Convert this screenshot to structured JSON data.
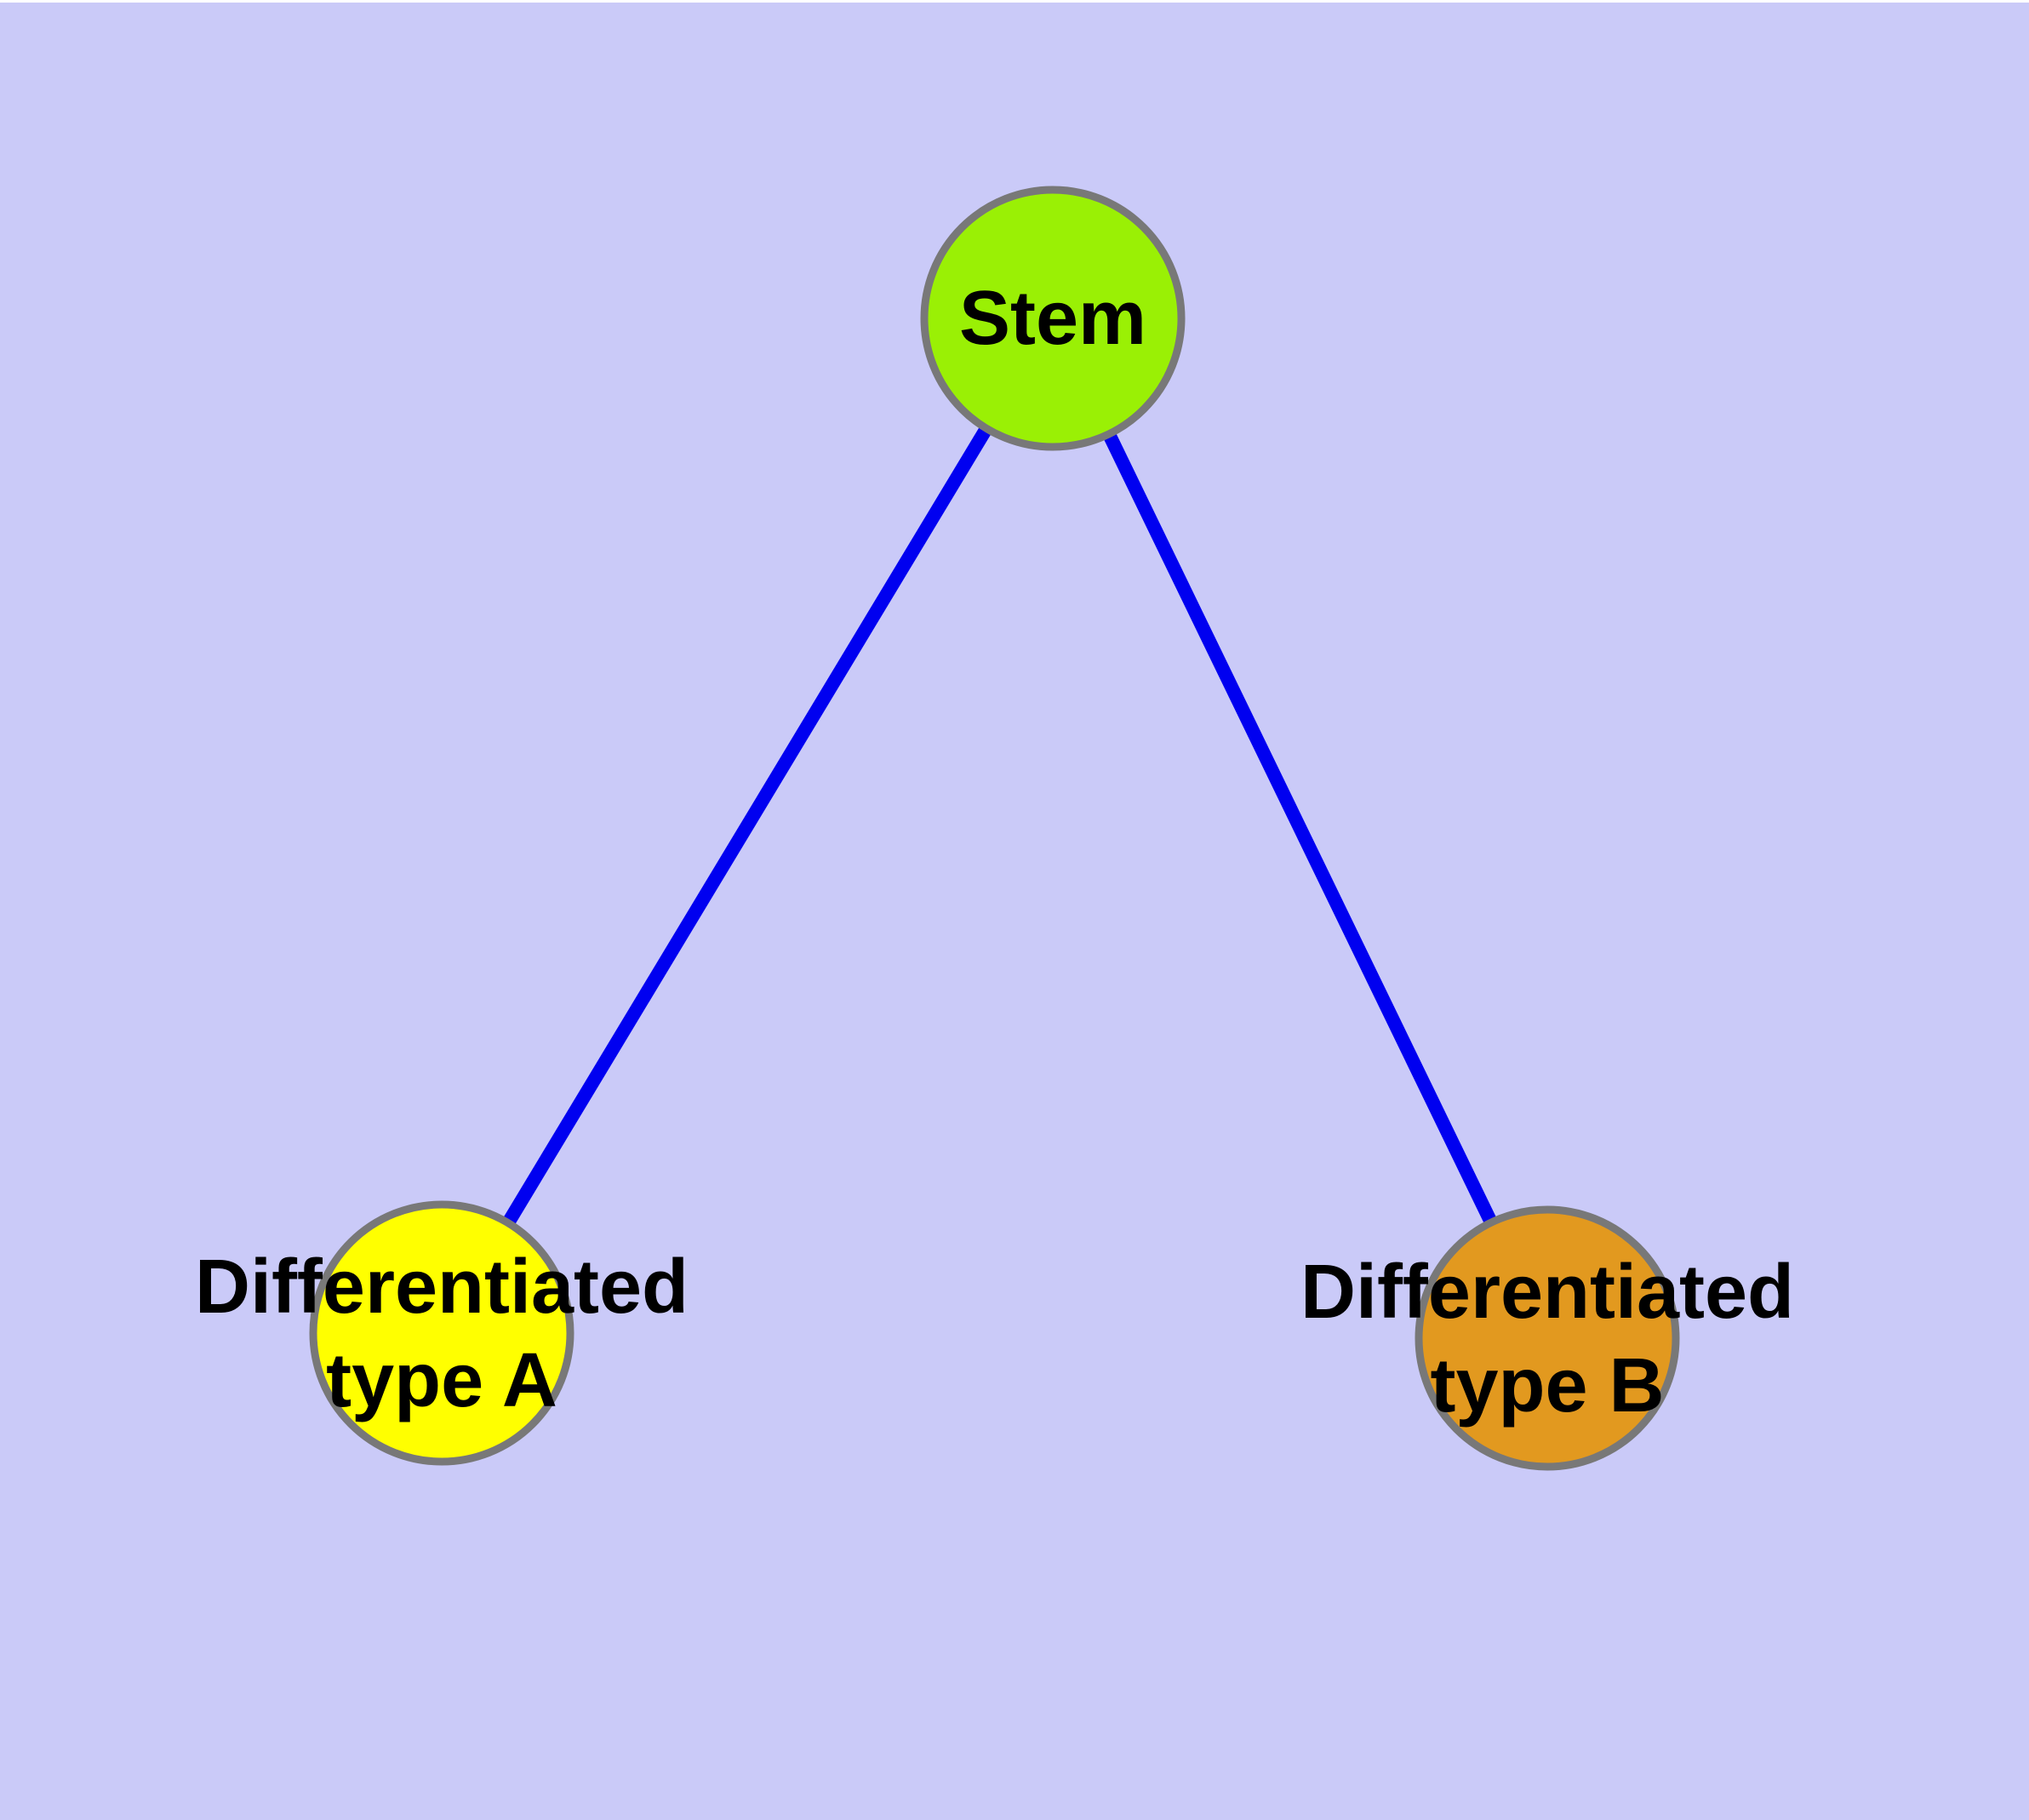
{
  "diagram": {
    "background_color": "#CACAF8",
    "top_strip_color": "#FFFFFF",
    "edge_color": "#0000F0",
    "node_border_color": "#787878",
    "text_color": "#000000",
    "nodes": {
      "stem": {
        "label": "Stem",
        "fill_color": "#9AF005"
      },
      "type_a": {
        "label_line1": "Differentiated",
        "label_line2": "type A",
        "fill_color": "#FFFF00"
      },
      "type_b": {
        "label_line1": "Differentiated",
        "label_line2": "type B",
        "fill_color": "#E2991F"
      }
    }
  }
}
